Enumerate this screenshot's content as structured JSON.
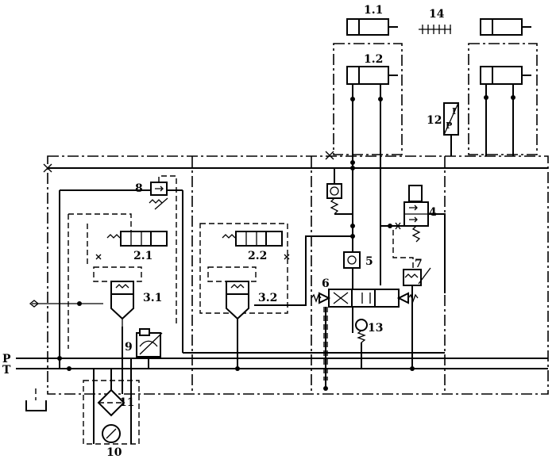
{
  "labels": {
    "cyl_1_1": "1.1",
    "cyl_1_2": "1.2",
    "accumulator_14": "14",
    "pressure_switch_12": "12",
    "switch_I": "I",
    "switch_P": "P",
    "valve_2_1": "2.1",
    "valve_2_2": "2.2",
    "valve_3_1": "3.1",
    "valve_3_2": "3.2",
    "check_5": "5",
    "dir_valve_6": "6",
    "sol_valve_4": "4",
    "valve_7": "7",
    "relief_8": "8",
    "throttle_9": "9",
    "gauge_10": "10",
    "filter_11": "11",
    "check_13": "13",
    "line_P": "P",
    "line_T": "T"
  }
}
